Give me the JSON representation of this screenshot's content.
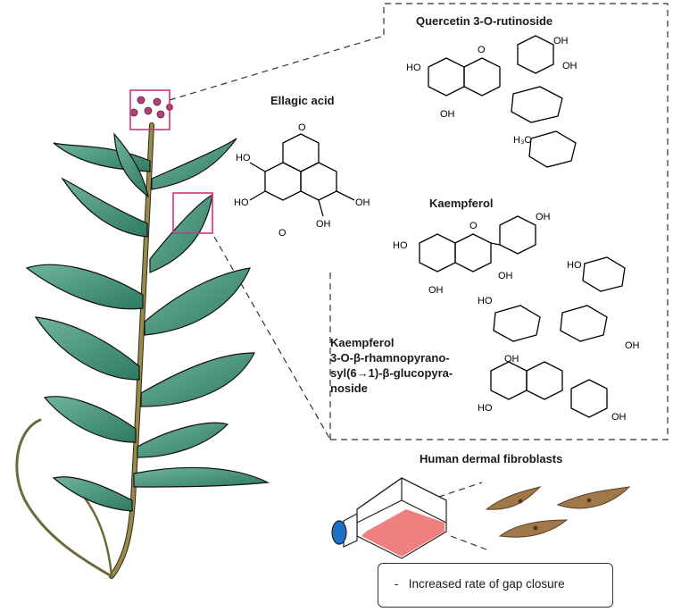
{
  "compounds": {
    "quercetin_rutinoside": "Quercetin 3-O-rutinoside",
    "ellagic_acid": "Ellagic acid",
    "kaempferol": "Kaempferol",
    "kaempferol_glycoside": [
      "Kaempferol",
      "3-O-β-rhamnopyrano-",
      "syl(6→1)-β-glucopyra-",
      "noside"
    ]
  },
  "atoms": {
    "hydroxyl": "OH",
    "hydroxyl_left": "HO",
    "oxygen": "O",
    "methyl": "H₃C"
  },
  "cells": {
    "title": "Human dermal fibroblasts"
  },
  "result": {
    "bullet": "-",
    "text": "Increased rate of gap closure"
  },
  "colors": {
    "leaf": "#4e9a7d",
    "leaf_dark": "#2d6b56",
    "stem": "#8a7a3c",
    "flower": "#b0427a",
    "highlight_box": "#d6317a",
    "flask_medium": "#f08080",
    "flask_cap": "#1f6fc5",
    "fibroblast": "#a0784a"
  }
}
